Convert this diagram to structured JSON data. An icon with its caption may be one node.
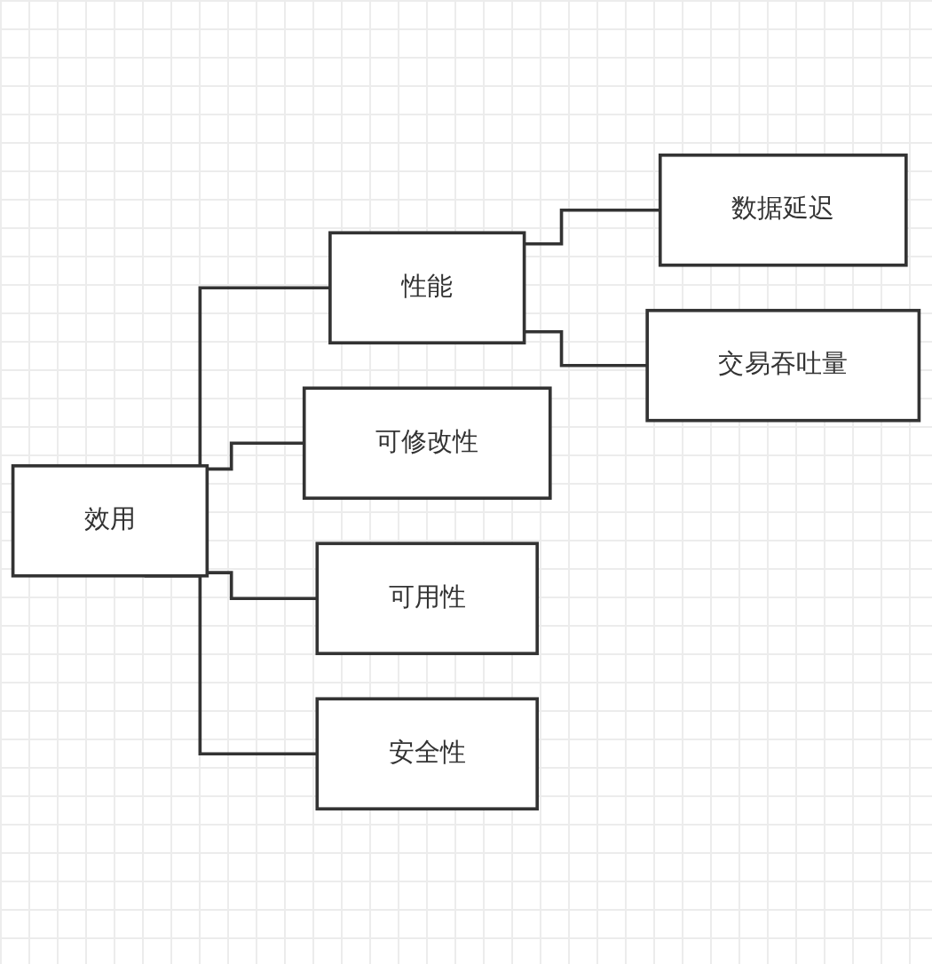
{
  "diagram": {
    "nodes": [
      {
        "text": [
          "效用"
        ]
      },
      {
        "text": [
          "性能"
        ]
      },
      {
        "text": [
          "可修改性"
        ]
      },
      {
        "text": [
          "可用性"
        ]
      },
      {
        "text": [
          "安全性"
        ]
      },
      {
        "text": [
          "数据延迟"
        ]
      },
      {
        "text": [
          "交易吞吐量"
        ]
      }
    ],
    "edges": [
      {
        "from": 0,
        "to": 1,
        "arrow": "none"
      },
      {
        "from": 0,
        "to": 2,
        "arrow": "none"
      },
      {
        "from": 0,
        "to": 3,
        "arrow": "none"
      },
      {
        "from": 0,
        "to": 4,
        "arrow": "none"
      },
      {
        "from": 1,
        "to": 5,
        "arrow": "none"
      },
      {
        "from": 1,
        "to": 6,
        "arrow": "none"
      }
    ]
  }
}
